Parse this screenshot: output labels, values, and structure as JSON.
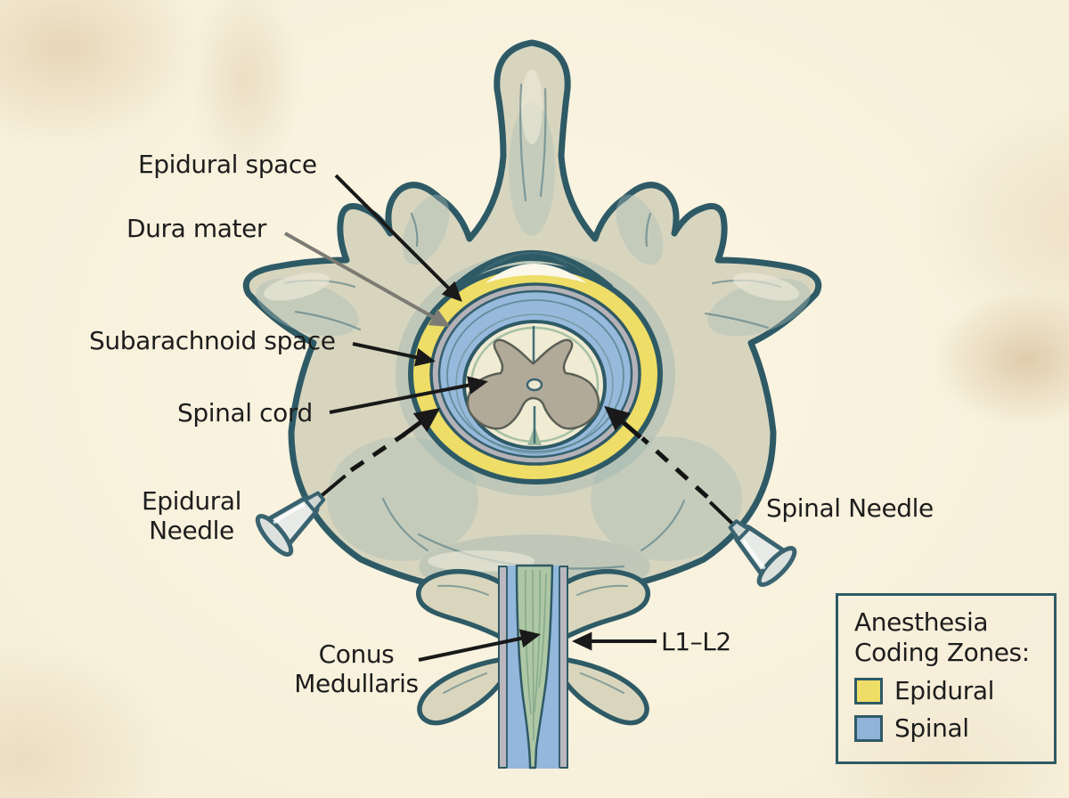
{
  "labels": {
    "epidural_space": "Epidural space",
    "dura_mater": "Dura mater",
    "subarachnoid_space": "Subarachnoid space",
    "spinal_cord": "Spinal cord",
    "epidural_needle": "Epidural Needle",
    "spinal_needle": "Spinal Needle",
    "conus_medullaris": "Conus Medullaris",
    "l1_l2": "L1–L2"
  },
  "legend": {
    "title": "Anesthesia Coding Zones:",
    "items": [
      {
        "label": "Epidural",
        "color": "#eedd66"
      },
      {
        "label": "Spinal",
        "color": "#8fb3d9"
      }
    ]
  },
  "icons": {
    "epidural_needle": "syringe-needle-icon",
    "spinal_needle": "syringe-needle-icon",
    "epidural_swatch": "color-swatch",
    "spinal_swatch": "color-swatch"
  },
  "colors": {
    "paper": "#f6efda",
    "epidural_zone": "#eedd66",
    "spinal_zone": "#96b9dc",
    "dura_ring": "#b4b2b8",
    "spinal_cord_white_matter": "#f0ebd3",
    "gray_matter": "#b2aa99",
    "conus": "#aec7a4",
    "bone": "#d8d5bf",
    "outline": "#2e5a66",
    "arrow_black": "#191919",
    "arrow_gray": "#7b7b74"
  }
}
